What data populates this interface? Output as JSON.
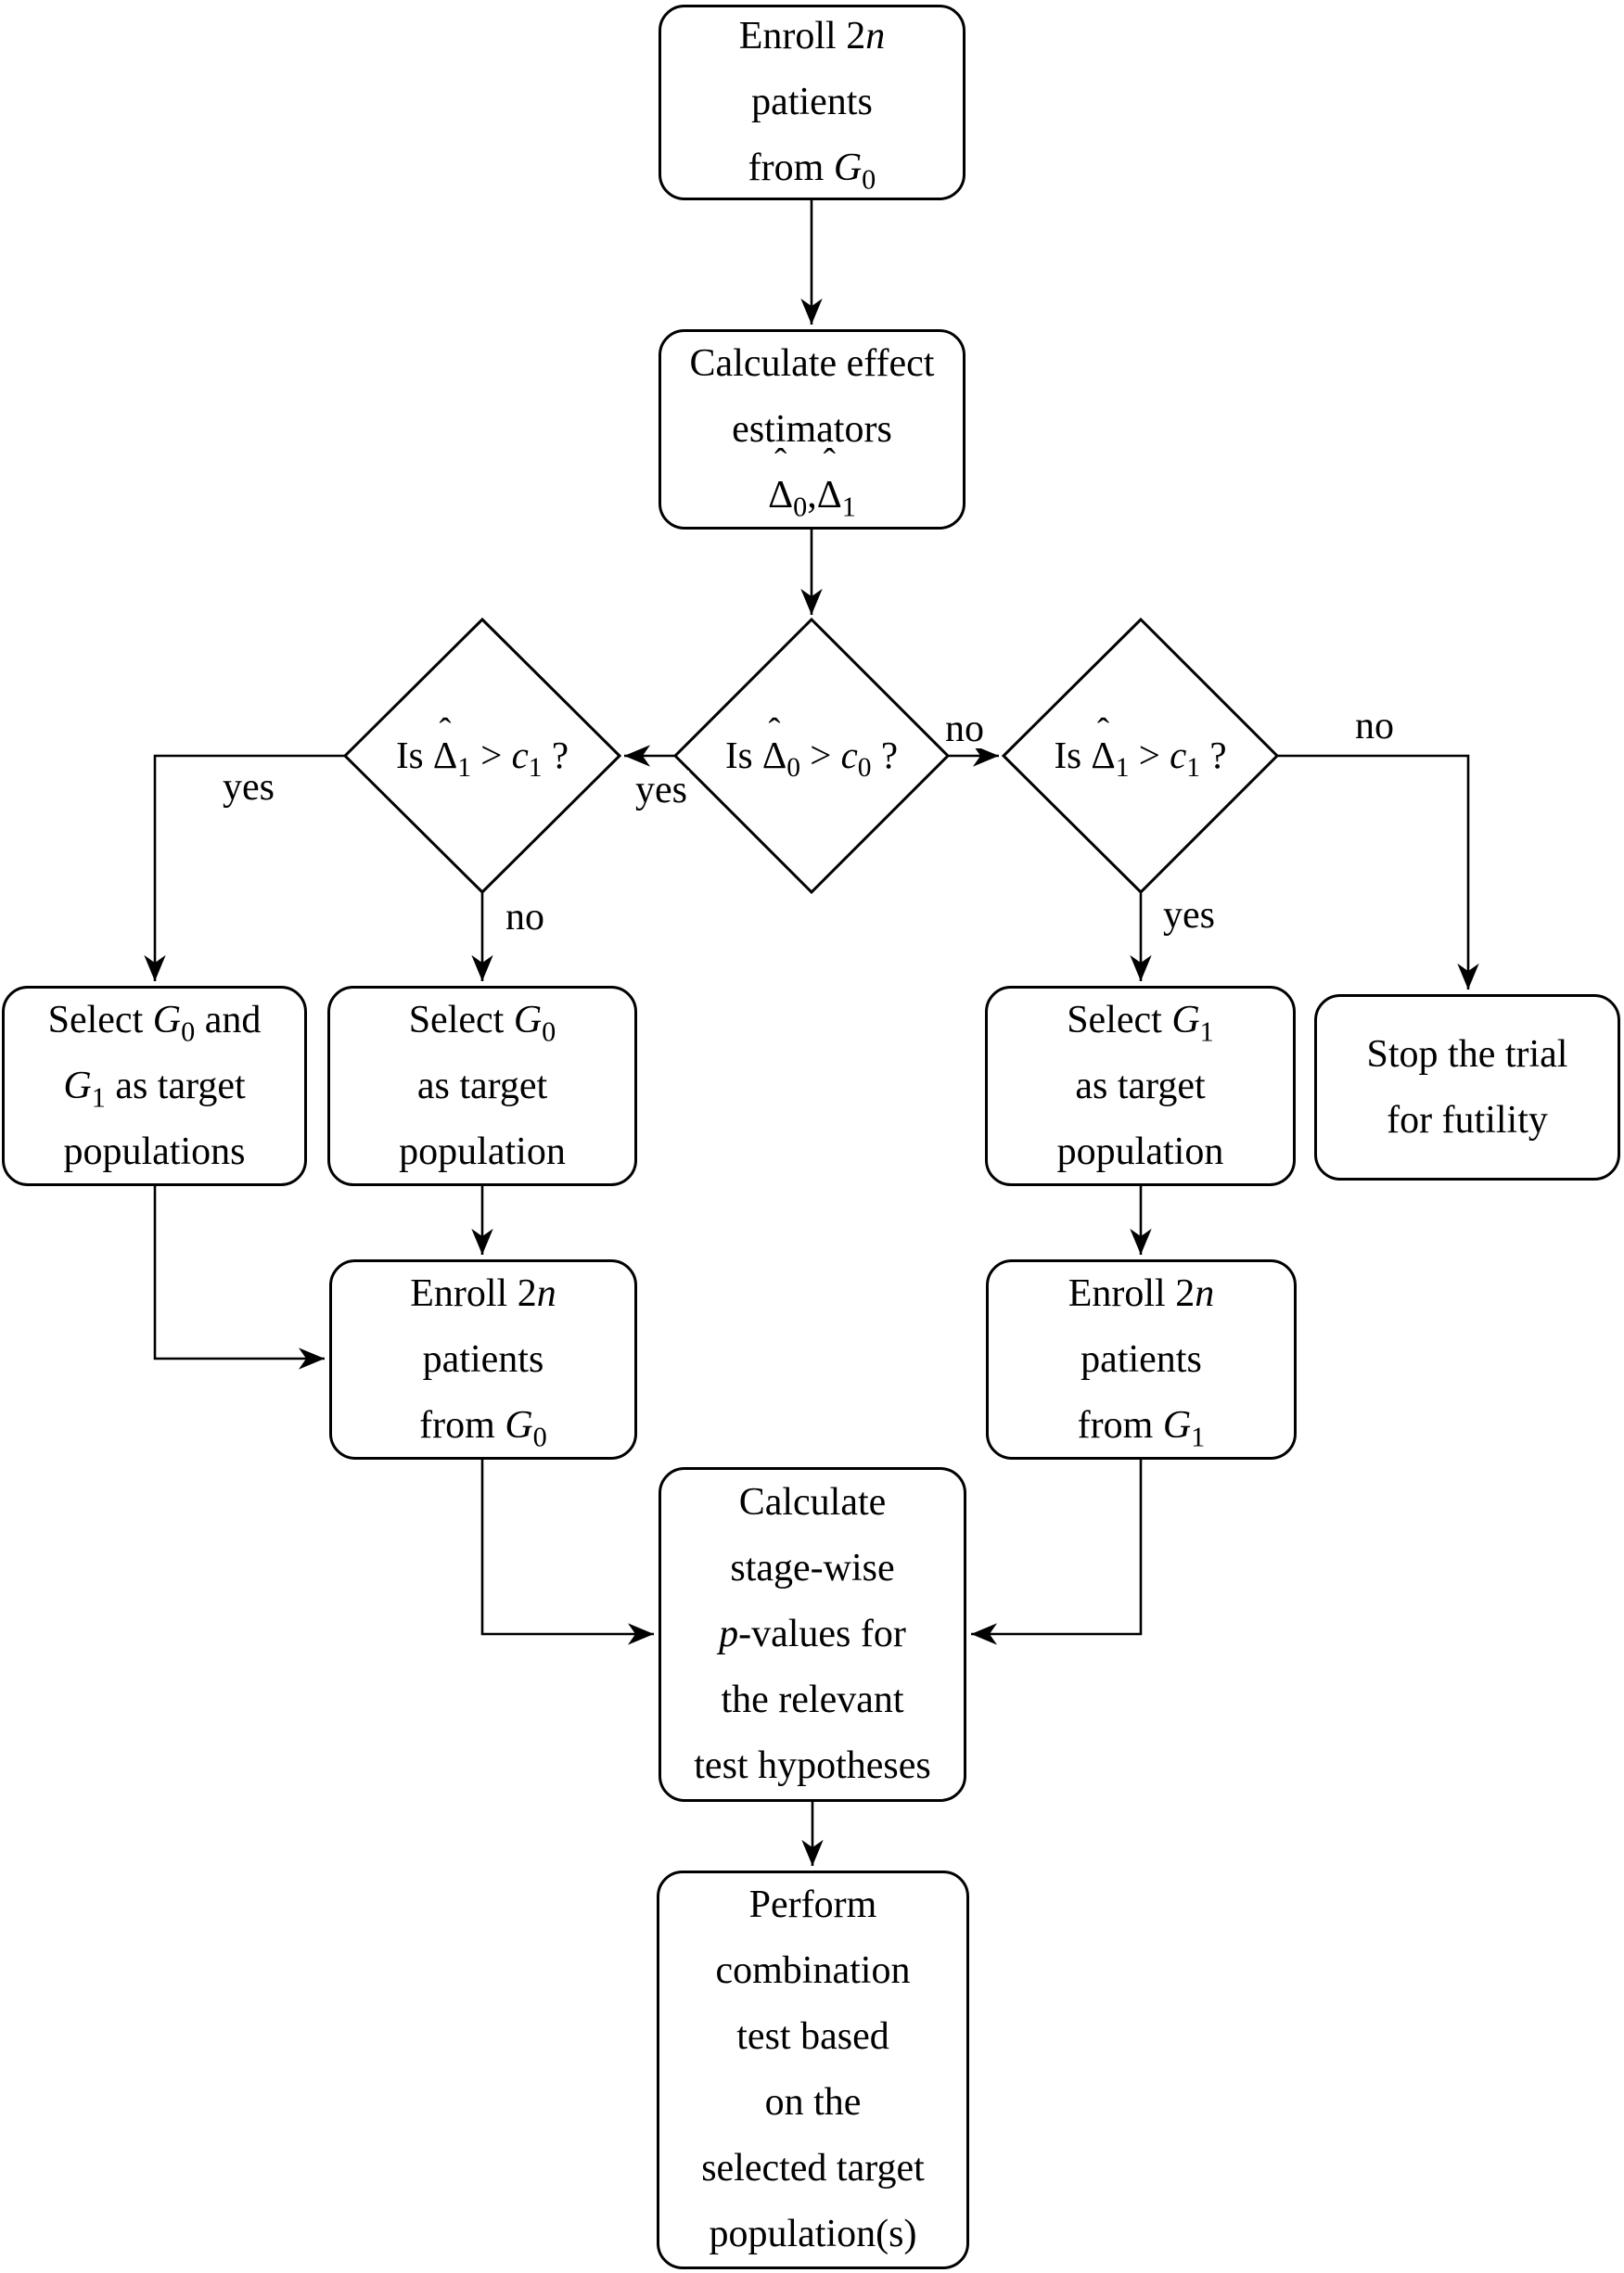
{
  "nodes": {
    "enroll_stage1": {
      "html": "Enroll 2<i>n</i><br>patients<br>from <i>G</i><sub>0</sub>"
    },
    "calc_estimators": {
      "html": "Calculate effect<br>estimators<br><span class=\"hat\">Δ</span><sub>0</sub>,<span class=\"hat\">Δ</span><sub>1</sub>"
    },
    "decision_left": {
      "html": "Is <span class=\"hat\">Δ</span><sub>1</sub> &gt; <i>c</i><sub>1</sub> ?"
    },
    "decision_center": {
      "html": "Is <span class=\"hat\">Δ</span><sub>0</sub> &gt; <i>c</i><sub>0</sub> ?"
    },
    "decision_right": {
      "html": "Is <span class=\"hat\">Δ</span><sub>1</sub> &gt; <i>c</i><sub>1</sub> ?"
    },
    "select_g0_g1": {
      "html": "Select <i>G</i><sub>0</sub> and<br><i>G</i><sub>1</sub> as target<br>populations"
    },
    "select_g0": {
      "html": "Select <i>G</i><sub>0</sub><br>as target<br>population"
    },
    "select_g1": {
      "html": "Select <i>G</i><sub>1</sub><br>as target<br>population"
    },
    "stop_futility": {
      "html": "Stop the trial<br>for futility"
    },
    "enroll_g0_stage2": {
      "html": "Enroll 2<i>n</i><br>patients<br>from <i>G</i><sub>0</sub>"
    },
    "enroll_g1_stage2": {
      "html": "Enroll 2<i>n</i><br>patients<br>from <i>G</i><sub>1</sub>"
    },
    "calc_pvalues": {
      "html": "Calculate<br>stage-wise<br><i>p</i>-values for<br>the relevant<br>test hypotheses"
    },
    "combination_test": {
      "html": "Perform<br>combination<br>test based<br>on the<br>selected target<br>population(s)"
    }
  },
  "edge_labels": {
    "center_to_left": "yes",
    "center_to_right": "no",
    "left_to_select_both": "yes",
    "left_to_select_g0": "no",
    "right_to_select_g1": "yes",
    "right_to_stop": "no"
  },
  "colors": {
    "line": "#000000",
    "background": "#ffffff"
  }
}
